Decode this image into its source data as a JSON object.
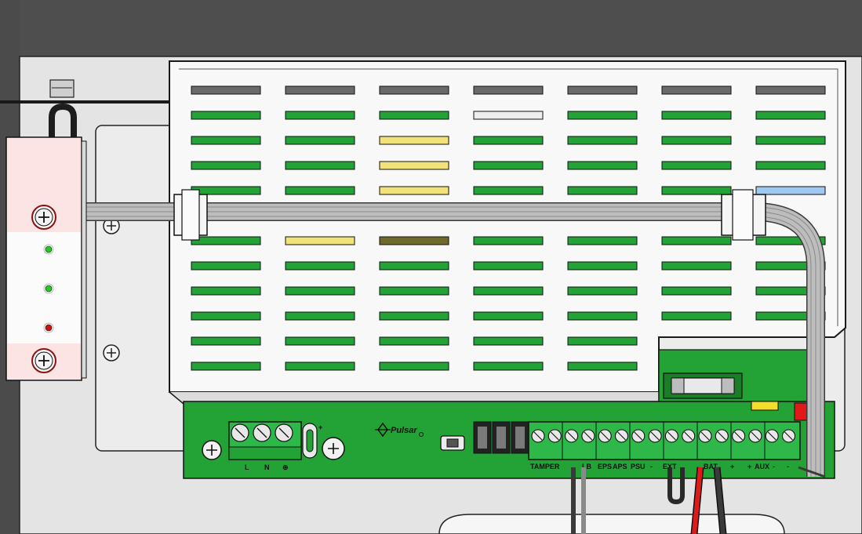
{
  "brand_logo_text": "Pulsar",
  "mains_connector": {
    "labels": [
      "L",
      "N",
      "⊕"
    ]
  },
  "terminal_labels": [
    "TAMPER",
    "LB",
    "EPS",
    "APS",
    "PSU",
    "-",
    "EXT",
    "BAT",
    "+",
    "+",
    "AUX",
    "-",
    "-"
  ],
  "indicator_leds": [
    {
      "color": "#22cc22",
      "state": "on"
    },
    {
      "color": "#22cc22",
      "state": "on"
    },
    {
      "color": "#cc1111",
      "state": "on"
    }
  ],
  "colors": {
    "pcb_green": "#23a336",
    "wire_red": "#e0191b",
    "wire_dark": "#3a3a3a",
    "fuse_yellow": "#f3df2a",
    "panel_pink": "#fce4e4"
  }
}
